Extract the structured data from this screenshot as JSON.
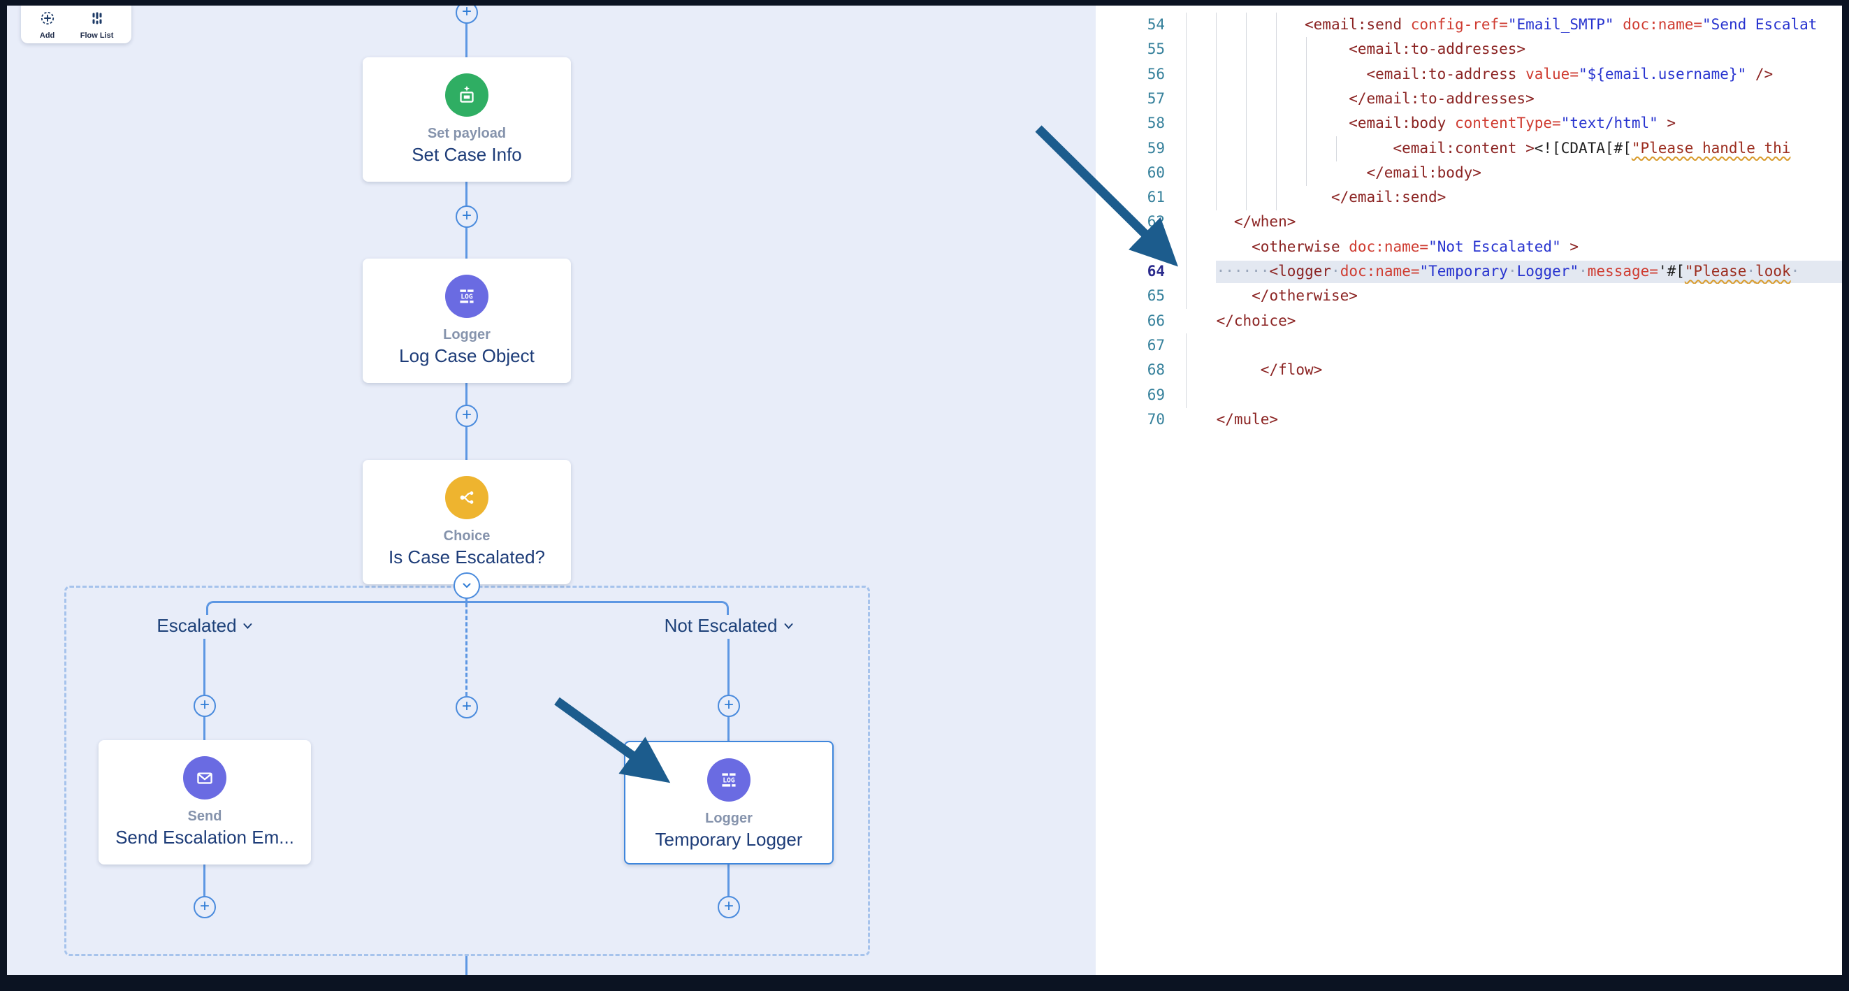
{
  "toolbar": {
    "add_label": "Add",
    "flow_list_label": "Flow List"
  },
  "flow": {
    "nodes": [
      {
        "type_label": "Set payload",
        "name": "Set Case Info"
      },
      {
        "type_label": "Logger",
        "name": "Log Case Object"
      },
      {
        "type_label": "Choice",
        "name": "Is Case Escalated?"
      },
      {
        "type_label": "Send",
        "name": "Send Escalation Em..."
      },
      {
        "type_label": "Logger",
        "name": "Temporary Logger"
      }
    ],
    "branches": {
      "left": "Escalated",
      "right": "Not Escalated"
    }
  },
  "colors": {
    "node_green": "#2fae63",
    "node_indigo": "#6a6be2",
    "node_amber": "#eeb42f",
    "accent_blue": "#3f86dc",
    "connector_blue": "#5d97e3",
    "annotation_arrow": "#1c5c8d",
    "code_tag": "#8b2322",
    "code_attr": "#cf3b30",
    "code_value": "#2733cf",
    "line_number": "#35809b",
    "current_line_number": "#2a2a8c",
    "squiggle": "#d89b2c"
  },
  "editor": {
    "lines": [
      {
        "n": 54,
        "guides": 4,
        "tokens": [
          {
            "c": "plain",
            "t": "              "
          },
          {
            "c": "tag",
            "t": "<email:send"
          },
          {
            "c": "plain",
            "t": " "
          },
          {
            "c": "attr",
            "t": "config-ref"
          },
          {
            "c": "attr",
            "t": "="
          },
          {
            "c": "val",
            "t": "\"Email_SMTP\""
          },
          {
            "c": "plain",
            "t": " "
          },
          {
            "c": "attr",
            "t": "doc:name"
          },
          {
            "c": "attr",
            "t": "="
          },
          {
            "c": "val",
            "t": "\"Send Escalat"
          }
        ]
      },
      {
        "n": 55,
        "guides": 5,
        "tokens": [
          {
            "c": "plain",
            "t": "                   "
          },
          {
            "c": "tag",
            "t": "<email:to-addresses>"
          }
        ]
      },
      {
        "n": 56,
        "guides": 5,
        "tokens": [
          {
            "c": "plain",
            "t": "                     "
          },
          {
            "c": "tag",
            "t": "<email:to-address"
          },
          {
            "c": "plain",
            "t": " "
          },
          {
            "c": "attr",
            "t": "value"
          },
          {
            "c": "attr",
            "t": "="
          },
          {
            "c": "val",
            "t": "\"${email.username}\""
          },
          {
            "c": "plain",
            "t": " "
          },
          {
            "c": "tag",
            "t": "/>"
          }
        ]
      },
      {
        "n": 57,
        "guides": 5,
        "tokens": [
          {
            "c": "plain",
            "t": "                   "
          },
          {
            "c": "tag",
            "t": "</email:to-addresses>"
          }
        ]
      },
      {
        "n": 58,
        "guides": 5,
        "tokens": [
          {
            "c": "plain",
            "t": "                   "
          },
          {
            "c": "tag",
            "t": "<email:body"
          },
          {
            "c": "plain",
            "t": " "
          },
          {
            "c": "attr",
            "t": "contentType"
          },
          {
            "c": "attr",
            "t": "="
          },
          {
            "c": "val",
            "t": "\"text/html\""
          },
          {
            "c": "plain",
            "t": " "
          },
          {
            "c": "tag",
            "t": ">"
          }
        ]
      },
      {
        "n": 59,
        "guides": 6,
        "tokens": [
          {
            "c": "plain",
            "t": "                        "
          },
          {
            "c": "tag",
            "t": "<email:content"
          },
          {
            "c": "plain",
            "t": " "
          },
          {
            "c": "tag",
            "t": ">"
          },
          {
            "c": "plain",
            "t": "<![CDATA[#["
          },
          {
            "c": "str",
            "t": "\"Please handle thi",
            "wavy": true
          }
        ]
      },
      {
        "n": 60,
        "guides": 5,
        "tokens": [
          {
            "c": "plain",
            "t": "                     "
          },
          {
            "c": "tag",
            "t": "</email:body>"
          }
        ]
      },
      {
        "n": 61,
        "guides": 4,
        "tokens": [
          {
            "c": "plain",
            "t": "                 "
          },
          {
            "c": "tag",
            "t": "</email:send>"
          }
        ]
      },
      {
        "n": 62,
        "guides": 1,
        "tokens": [
          {
            "c": "plain",
            "t": "      "
          },
          {
            "c": "tag",
            "t": "</when>"
          }
        ]
      },
      {
        "n": 63,
        "guides": 1,
        "tokens": [
          {
            "c": "plain",
            "t": "        "
          },
          {
            "c": "tag",
            "t": "<otherwise"
          },
          {
            "c": "plain",
            "t": " "
          },
          {
            "c": "attr",
            "t": "doc:name"
          },
          {
            "c": "attr",
            "t": "="
          },
          {
            "c": "val",
            "t": "\"Not Escalated\""
          },
          {
            "c": "plain",
            "t": " "
          },
          {
            "c": "tag",
            "t": ">"
          }
        ]
      },
      {
        "n": 64,
        "guides": 1,
        "current": true,
        "ws": true,
        "lead": "    ",
        "tokens": [
          {
            "c": "plain",
            "t": "      "
          },
          {
            "c": "tag",
            "t": "<logger"
          },
          {
            "c": "plain",
            "t": " "
          },
          {
            "c": "attr",
            "t": "doc:name"
          },
          {
            "c": "attr",
            "t": "="
          },
          {
            "c": "val",
            "t": "\"Temporary Logger\""
          },
          {
            "c": "plain",
            "t": " "
          },
          {
            "c": "attr",
            "t": "message"
          },
          {
            "c": "attr",
            "t": "="
          },
          {
            "c": "plain",
            "t": "'#["
          },
          {
            "c": "str",
            "t": "\"Please look",
            "wavy": true
          },
          {
            "c": "plain",
            "t": " "
          }
        ]
      },
      {
        "n": 65,
        "guides": 1,
        "tokens": [
          {
            "c": "plain",
            "t": "        "
          },
          {
            "c": "tag",
            "t": "</otherwise>"
          }
        ]
      },
      {
        "n": 66,
        "guides": 0,
        "tokens": [
          {
            "c": "plain",
            "t": "    "
          },
          {
            "c": "tag",
            "t": "</choice>"
          }
        ]
      },
      {
        "n": 67,
        "guides": 1,
        "tokens": []
      },
      {
        "n": 68,
        "guides": 1,
        "tokens": [
          {
            "c": "plain",
            "t": "         "
          },
          {
            "c": "tag",
            "t": "</flow>"
          }
        ]
      },
      {
        "n": 69,
        "guides": 1,
        "tokens": []
      },
      {
        "n": 70,
        "guides": 0,
        "tokens": [
          {
            "c": "plain",
            "t": "    "
          },
          {
            "c": "tag",
            "t": "</mule>"
          }
        ]
      }
    ]
  }
}
